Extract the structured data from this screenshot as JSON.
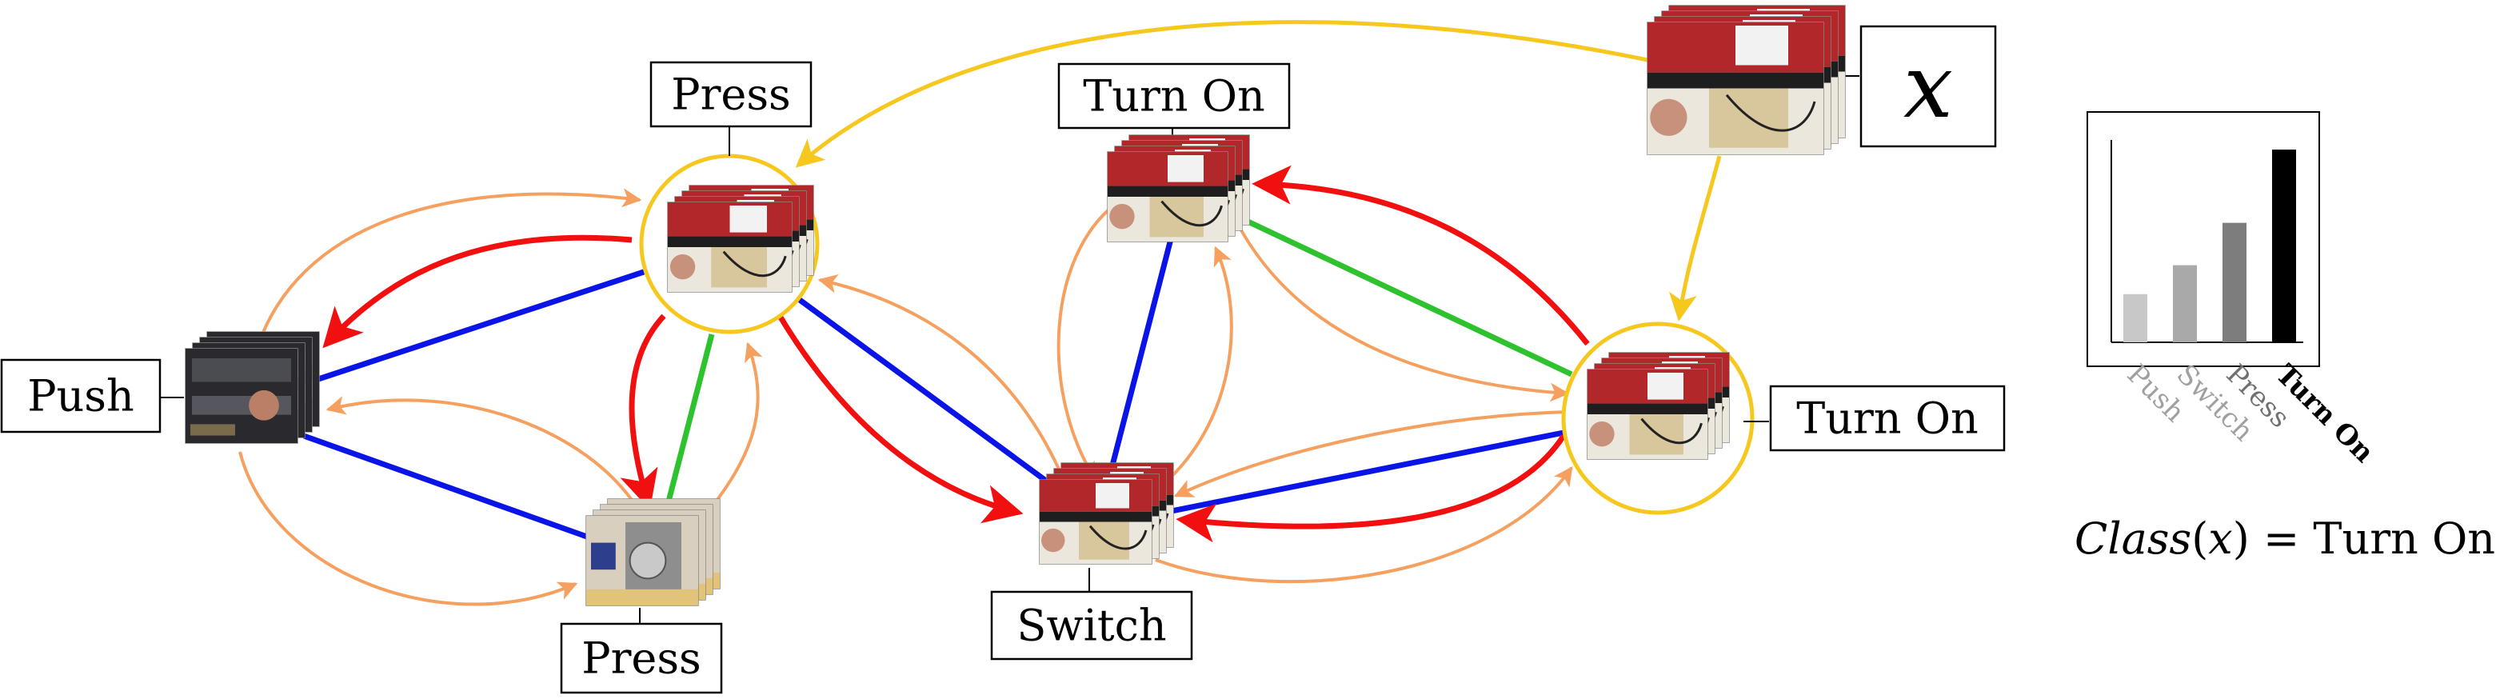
{
  "nodes": [
    {
      "id": "push",
      "label": "Push"
    },
    {
      "id": "press_top",
      "label": "Press"
    },
    {
      "id": "press_bottom",
      "label": "Press"
    },
    {
      "id": "turn_on_top",
      "label": "Turn On"
    },
    {
      "id": "switch",
      "label": "Switch"
    },
    {
      "id": "turn_on_right",
      "label": "Turn On"
    },
    {
      "id": "query",
      "label": "x"
    }
  ],
  "colors": {
    "red": "#f20f0f",
    "blue": "#0a14e6",
    "green": "#2fc22f",
    "orange": "#f6a060",
    "yellow": "#f6c71d"
  },
  "chart_data": {
    "type": "bar",
    "categories": [
      "Push",
      "Switch",
      "Press",
      "Turn On"
    ],
    "values": [
      0.25,
      0.4,
      0.62,
      1.0
    ],
    "bar_colors": [
      "#c8c8c8",
      "#a9a9a9",
      "#7d7d7d",
      "#000000"
    ],
    "label_colors": [
      "#a0a0a0",
      "#a0a0a0",
      "#707070",
      "#000000"
    ],
    "ylim": [
      0,
      1.05
    ],
    "result": {
      "function": "Class",
      "arg": "x",
      "equals": "=",
      "value": "Turn On"
    }
  }
}
